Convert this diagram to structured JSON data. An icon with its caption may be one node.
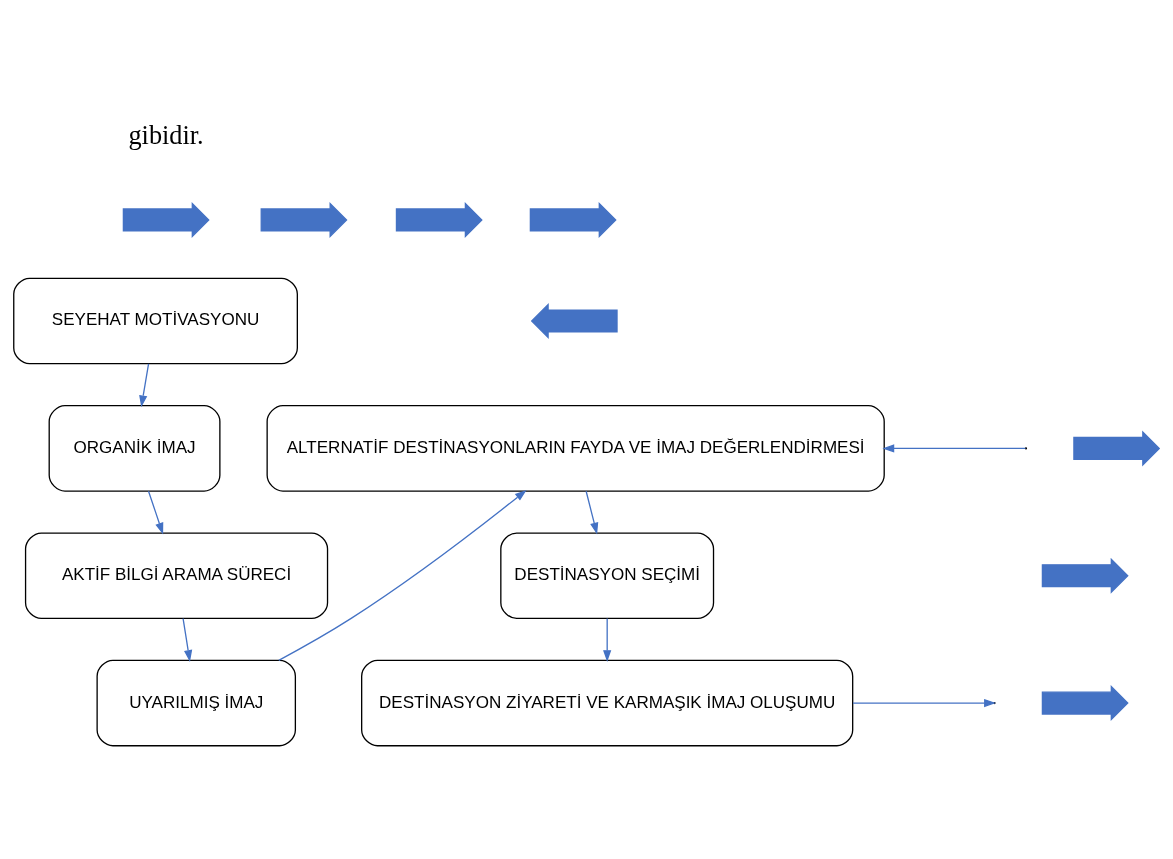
{
  "diagram": {
    "nodes": [
      {
        "text": [
          "SEYEHAT MOTİVASYONU"
        ]
      },
      {
        "text": [
          "ORGANİK İMAJ"
        ]
      },
      {
        "text": [
          "AKTİF BİLGİ ARAMA SÜRECİ"
        ]
      },
      {
        "text": [
          "UYARILMIŞ İMAJ"
        ]
      },
      {
        "text": [
          "ALTERNATİF DESTİNASYONLARIN FAYDA VE İMAJ DEĞERLENDİRMESİ"
        ]
      },
      {
        "text": [
          "DESTİNASYON SEÇİMİ"
        ]
      },
      {
        "text": [
          "DESTİNASYON ZİYARETİ VE KARMAŞIK İMAJ OLUŞUMU"
        ]
      },
      {
        "text": [],
        "shape": "arrow"
      },
      {
        "text": [],
        "shape": "arrow"
      },
      {
        "text": [],
        "shape": "arrow"
      },
      {
        "text": [],
        "shape": "arrow"
      },
      {
        "text": [],
        "shape": "arrow"
      },
      {
        "text": [],
        "shape": "arrow"
      },
      {
        "text": [],
        "shape": "arrow"
      },
      {
        "text": [],
        "shape": "arrow"
      }
    ],
    "edges": [
      {
        "from": 0,
        "to": 1,
        "arrow": "to"
      },
      {
        "from": 1,
        "to": 2,
        "arrow": "to"
      },
      {
        "from": 2,
        "to": 3,
        "arrow": "to"
      },
      {
        "from": 3,
        "to": 4,
        "arrow": "to"
      },
      {
        "from": 4,
        "to": 5,
        "arrow": "to"
      },
      {
        "from": 5,
        "to": 6,
        "arrow": "to"
      },
      {
        "from": 6,
        "to": null,
        "arrow": "to"
      },
      {
        "from": null,
        "to": 4,
        "arrow": "to"
      }
    ],
    "labels": [
      "gibidir."
    ]
  }
}
